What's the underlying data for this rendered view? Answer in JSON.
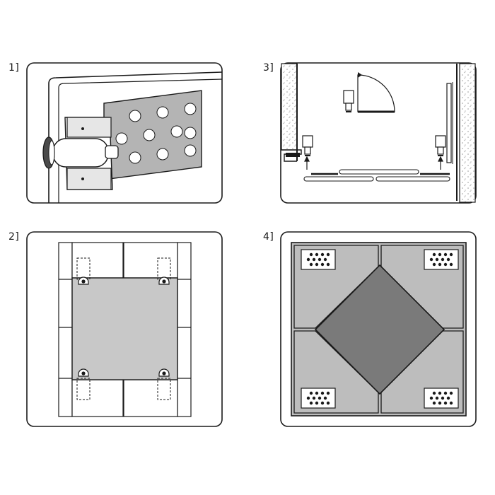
{
  "steps": [
    {
      "label": "1]",
      "caption": ""
    },
    {
      "label": "2]",
      "caption": ""
    },
    {
      "label": "3]",
      "caption": ""
    },
    {
      "label": "4]",
      "caption": ""
    }
  ],
  "colors": {
    "outline": "#1a1a1a",
    "panel_fill": "#c8c8c8",
    "plate_fill": "#b4b4b4",
    "diamond_fill": "#7a7a7a",
    "tile_fill": "#bdbdbd",
    "wall_hatch": "#9a9a9a",
    "background": "#ffffff"
  }
}
